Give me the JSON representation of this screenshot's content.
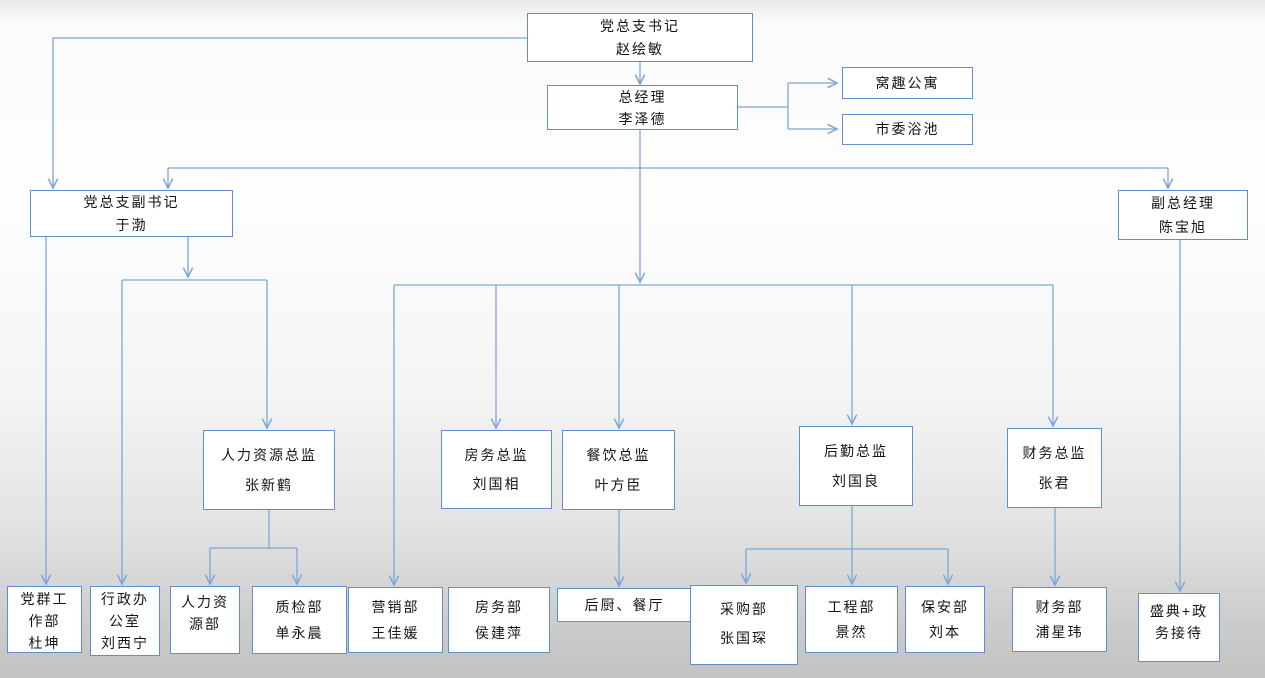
{
  "colors": {
    "line": "#7da6d9",
    "border": "#5f8fd0",
    "box_bg": "#ffffff",
    "text": "#141414"
  },
  "nodes": {
    "partySecretary": {
      "title": "党总支书记",
      "name": "赵绘敏"
    },
    "gm": {
      "title": "总经理",
      "name": "李泽德"
    },
    "woqu": {
      "title": "窝趣公寓"
    },
    "bath": {
      "title": "市委浴池"
    },
    "deputyPartySecretary": {
      "title": "党总支副书记",
      "name": "于渤"
    },
    "deputyGm": {
      "title": "副总经理",
      "name": "陈宝旭"
    },
    "hrDirector": {
      "title": "人力资源总监",
      "name": "张新鹤"
    },
    "roomsDirector": {
      "title": "房务总监",
      "name": "刘国相"
    },
    "fbDirector": {
      "title": "餐饮总监",
      "name": "叶方臣"
    },
    "logisticsDirector": {
      "title": "后勤总监",
      "name": "刘国良"
    },
    "financeDirector": {
      "title": "财务总监",
      "name": "张君"
    },
    "partyMassDept": {
      "title": "党群工作部",
      "name": "杜坤"
    },
    "adminOffice": {
      "title": "行政办公室",
      "name": "刘西宁"
    },
    "hrDept": {
      "title": "人力资源部"
    },
    "qcDept": {
      "title": "质检部",
      "name": "单永晨"
    },
    "marketingDept": {
      "title": "营销部",
      "name": "王佳媛"
    },
    "roomsDept": {
      "title": "房务部",
      "name": "侯建萍"
    },
    "kitchen": {
      "title": "后厨、餐厅"
    },
    "purchasingDept": {
      "title": "采购部",
      "name": "张国琛"
    },
    "engineeringDept": {
      "title": "工程部",
      "name": "景然"
    },
    "securityDept": {
      "title": "保安部",
      "name": "刘本"
    },
    "financeDept": {
      "title": "财务部",
      "name": "浦星玮"
    },
    "ceremony": {
      "title": "盛典+政务接待"
    }
  },
  "edges": [
    {
      "from": "partySecretary",
      "to": "gm"
    },
    {
      "from": "partySecretary",
      "to": "deputyPartySecretary"
    },
    {
      "from": "gm",
      "to": "woqu"
    },
    {
      "from": "gm",
      "to": "bath"
    },
    {
      "from": "gm",
      "to": "deputyPartySecretary"
    },
    {
      "from": "gm",
      "to": "deputyGm"
    },
    {
      "from": "gm",
      "to": "marketingDept"
    },
    {
      "from": "gm",
      "to": "roomsDirector"
    },
    {
      "from": "gm",
      "to": "fbDirector"
    },
    {
      "from": "gm",
      "to": "logisticsDirector"
    },
    {
      "from": "gm",
      "to": "financeDirector"
    },
    {
      "from": "deputyPartySecretary",
      "to": "partyMassDept"
    },
    {
      "from": "deputyPartySecretary",
      "to": "adminOffice"
    },
    {
      "from": "deputyPartySecretary",
      "to": "hrDirector"
    },
    {
      "from": "hrDirector",
      "to": "hrDept"
    },
    {
      "from": "hrDirector",
      "to": "qcDept"
    },
    {
      "from": "fbDirector",
      "to": "kitchen"
    },
    {
      "from": "logisticsDirector",
      "to": "purchasingDept"
    },
    {
      "from": "logisticsDirector",
      "to": "engineeringDept"
    },
    {
      "from": "logisticsDirector",
      "to": "securityDept"
    },
    {
      "from": "financeDirector",
      "to": "financeDept"
    },
    {
      "from": "deputyGm",
      "to": "ceremony"
    }
  ]
}
